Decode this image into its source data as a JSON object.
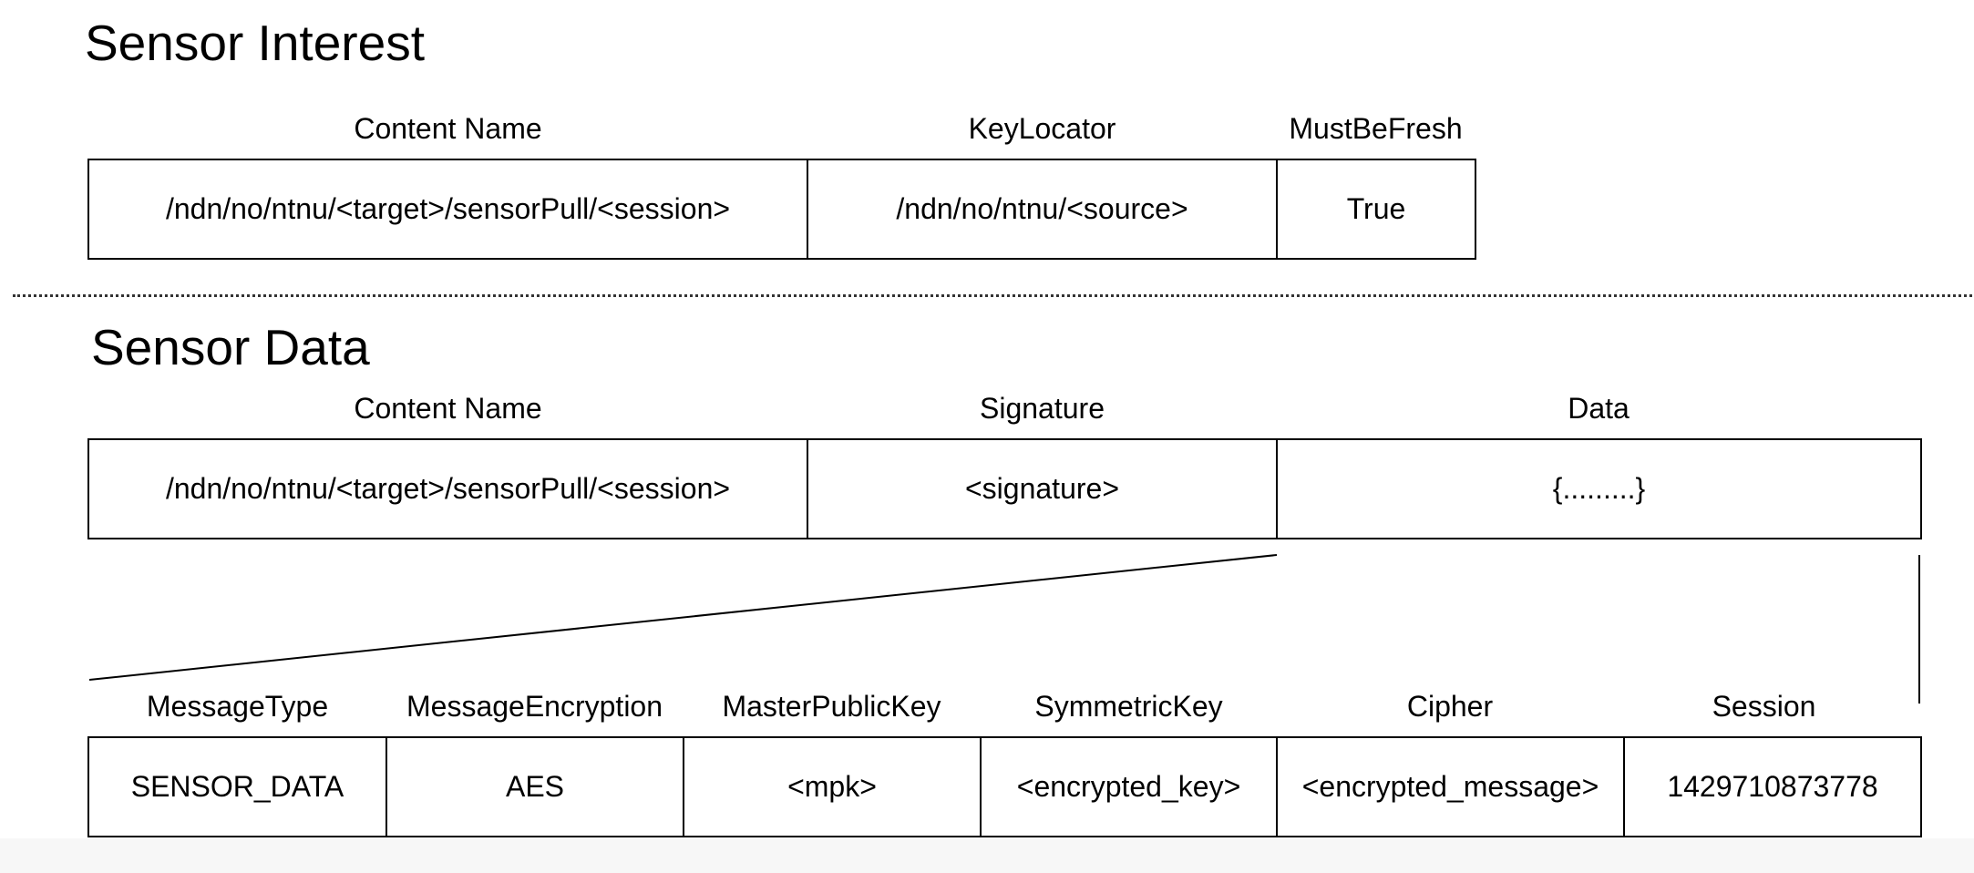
{
  "interest": {
    "title": "Sensor Interest",
    "fields": [
      {
        "label": "Content Name",
        "value": "/ndn/no/ntnu/<target>/sensorPull/<session>"
      },
      {
        "label": "KeyLocator",
        "value": "/ndn/no/ntnu/<source>"
      },
      {
        "label": "MustBeFresh",
        "value": "True"
      }
    ]
  },
  "data": {
    "title": "Sensor Data",
    "fields": [
      {
        "label": "Content Name",
        "value": "/ndn/no/ntnu/<target>/sensorPull/<session>"
      },
      {
        "label": "Signature",
        "value": "<signature>"
      },
      {
        "label": "Data",
        "value": "{.........}"
      }
    ]
  },
  "payload": {
    "fields": [
      {
        "label": "MessageType",
        "value": "SENSOR_DATA"
      },
      {
        "label": "MessageEncryption",
        "value": "AES"
      },
      {
        "label": "MasterPublicKey",
        "value": "<mpk>"
      },
      {
        "label": "SymmetricKey",
        "value": "<encrypted_key>"
      },
      {
        "label": "Cipher",
        "value": "<encrypted_message>"
      },
      {
        "label": "Session",
        "value": "1429710873778"
      }
    ]
  }
}
